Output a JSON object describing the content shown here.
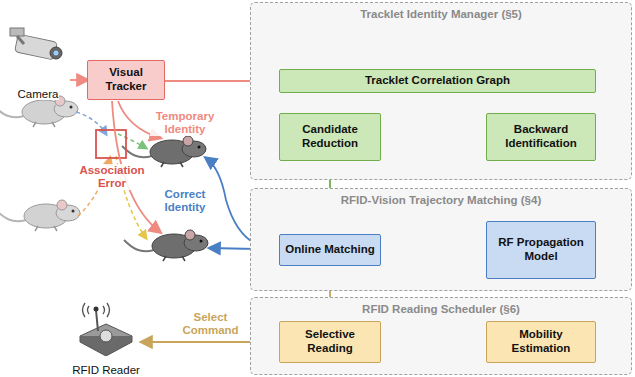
{
  "diagram": {
    "nodes": [
      {
        "text": [
          "Camera"
        ]
      },
      {
        "text": [
          "Visual Tracker"
        ]
      },
      {
        "text": [
          "Tracklet Identity Manager (§5)"
        ]
      },
      {
        "text": [
          "Tracklet  Correlation Graph"
        ],
        "in": 2
      },
      {
        "text": [
          "Candidate Reduction"
        ],
        "in": 2
      },
      {
        "text": [
          "Backward Identification"
        ],
        "in": 2
      },
      {
        "text": [
          "RFID-Vision Trajectory Matching (§4)"
        ]
      },
      {
        "text": [
          "Online Matching"
        ],
        "in": 6
      },
      {
        "text": [
          "RF Propagation Model"
        ],
        "in": 6
      },
      {
        "text": [
          "RFID Reading Scheduler (§6)"
        ]
      },
      {
        "text": [
          "Selective Reading"
        ],
        "in": 9
      },
      {
        "text": [
          "Mobility Estimation"
        ],
        "in": 9
      },
      {
        "text": [
          "RFID Reader"
        ]
      }
    ],
    "edges": [
      {
        "from": 0,
        "to": 1,
        "arrow": "to"
      },
      {
        "from": 1,
        "to": 3,
        "arrow": "to"
      },
      {
        "from": 3,
        "to": 4,
        "arrow": "to"
      },
      {
        "from": 3,
        "to": 5,
        "arrow": "to"
      },
      {
        "from": 4,
        "to": 7,
        "arrow": "to"
      },
      {
        "from": 8,
        "to": 7,
        "arrow": "to"
      },
      {
        "from": 11,
        "to": 10,
        "arrow": "to"
      },
      {
        "from": 10,
        "to": 7,
        "arrow": "to"
      },
      {
        "from": 10,
        "to": 12,
        "label": "Select Command",
        "arrow": "to"
      }
    ],
    "labels": [
      "Temporary Identity",
      "Correct Identity",
      "Association Error"
    ]
  }
}
